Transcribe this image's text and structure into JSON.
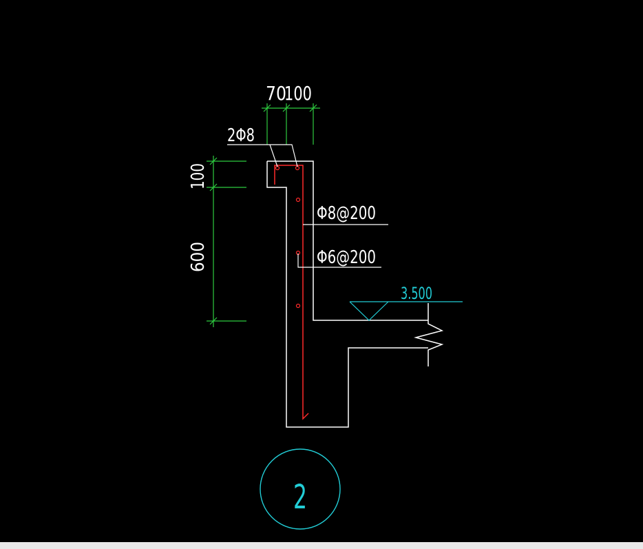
{
  "colors": {
    "background": "#000000",
    "outline": "#ffffff",
    "rebar": "#ff2a2a",
    "dimension": "#2ecc40",
    "accent": "#22cdd6",
    "bottom_strip": "#e9e9e9"
  },
  "labels": {
    "dim_top_a": "70",
    "dim_top_b": "100",
    "rebar_top": "2Φ8",
    "dim_side_top": "100",
    "dim_side_main": "600",
    "rebar_vertical": "Φ8@200",
    "rebar_horizontal": "Φ6@200",
    "elevation": "3.500",
    "section_number": "2"
  }
}
